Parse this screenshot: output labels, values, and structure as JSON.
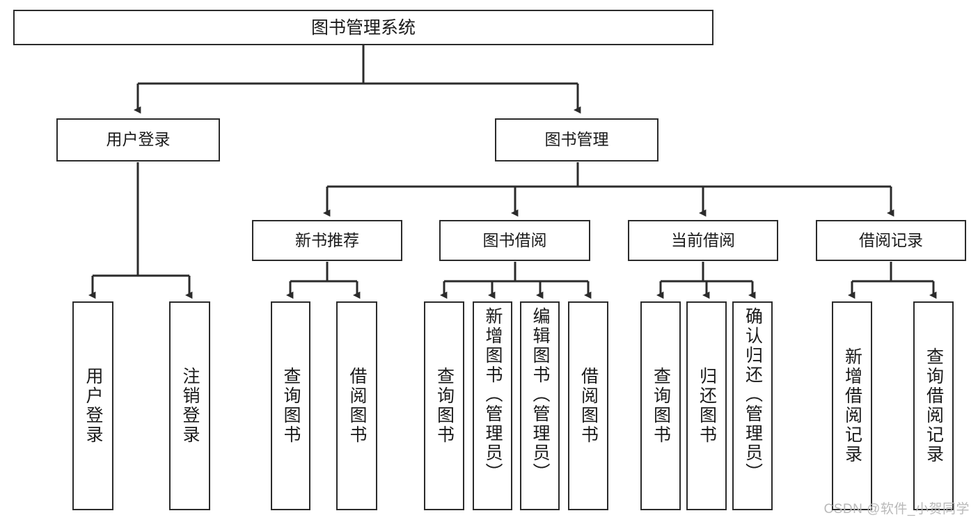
{
  "diagram": {
    "title_node": {
      "id": "root",
      "label": "图书管理系统"
    },
    "level2": [
      {
        "id": "user-login",
        "label": "用户登录"
      },
      {
        "id": "book-management",
        "label": "图书管理"
      }
    ],
    "level3": [
      {
        "id": "new-book-recommend",
        "label": "新书推荐"
      },
      {
        "id": "book-borrow",
        "label": "图书借阅"
      },
      {
        "id": "current-borrow",
        "label": "当前借阅"
      },
      {
        "id": "borrow-record",
        "label": "借阅记录"
      }
    ],
    "leaves": [
      {
        "id": "leaf-user-login",
        "label": "用户登录",
        "parent": "user-login"
      },
      {
        "id": "leaf-logout-login",
        "label": "注销登录",
        "parent": "user-login"
      },
      {
        "id": "leaf-query-book-1",
        "label": "查询图书",
        "parent": "new-book-recommend"
      },
      {
        "id": "leaf-borrow-book-1",
        "label": "借阅图书",
        "parent": "new-book-recommend"
      },
      {
        "id": "leaf-query-book-2",
        "label": "查询图书",
        "parent": "book-borrow"
      },
      {
        "id": "leaf-add-book",
        "label": "新增图书（管理员）",
        "parent": "book-borrow"
      },
      {
        "id": "leaf-edit-book",
        "label": "编辑图书（管理员）",
        "parent": "book-borrow"
      },
      {
        "id": "leaf-borrow-book-2",
        "label": "借阅图书",
        "parent": "book-borrow"
      },
      {
        "id": "leaf-query-book-3",
        "label": "查询图书",
        "parent": "current-borrow"
      },
      {
        "id": "leaf-return-book",
        "label": "归还图书",
        "parent": "current-borrow"
      },
      {
        "id": "leaf-confirm-return",
        "label": "确认归还（管理员）",
        "parent": "current-borrow"
      },
      {
        "id": "leaf-add-borrow-record",
        "label": "新增借阅记录",
        "parent": "borrow-record"
      },
      {
        "id": "leaf-query-borrow-record",
        "label": "查询借阅记录",
        "parent": "borrow-record"
      }
    ]
  },
  "watermark": {
    "text": "CSDN @软件_小贺同学"
  },
  "colors": {
    "border": "#2b2b2b",
    "background": "#ffffff",
    "text": "#1a1a1a",
    "watermark": "#b9b9b9"
  }
}
